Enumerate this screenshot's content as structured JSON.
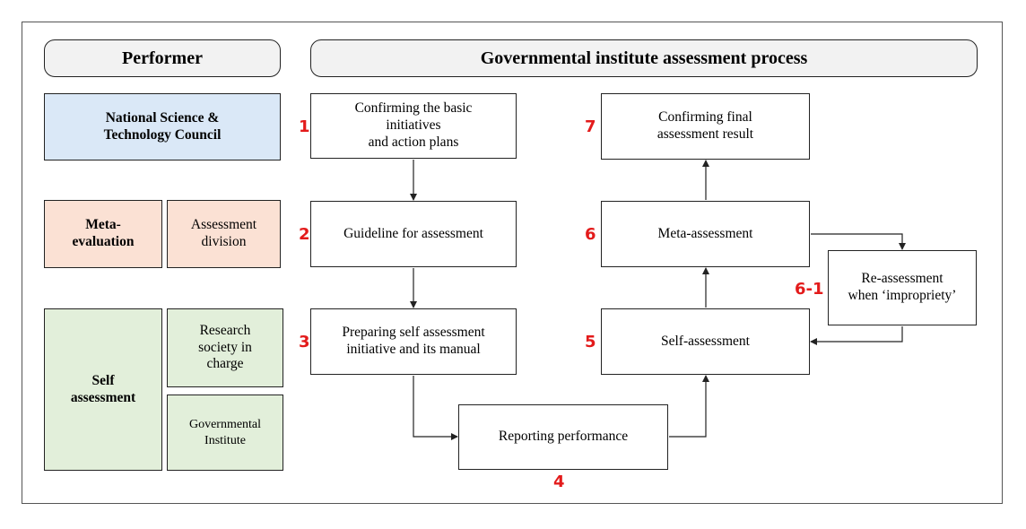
{
  "headers": {
    "performer": "Performer",
    "process": "Governmental institute assessment process"
  },
  "performers": {
    "nstc": "National Science &\nTechnology Council",
    "meta_evaluation": "Meta-\nevaluation",
    "assessment_division": "Assessment\ndivision",
    "self_assessment": "Self\nassessment",
    "research_society": "Research\nsociety in\ncharge",
    "governmental_institute": "Governmental\nInstitute"
  },
  "steps": {
    "s1": "Confirming the basic\ninitiatives\nand action plans",
    "s2": "Guideline for assessment",
    "s3": "Preparing self assessment\ninitiative and its manual",
    "s4": "Reporting performance",
    "s5": "Self-assessment",
    "s6": "Meta-assessment",
    "s6_1": "Re-assessment\nwhen ‘impropriety’",
    "s7": "Confirming final\nassessment result"
  },
  "step_numbers": {
    "n1": "1",
    "n2": "2",
    "n3": "3",
    "n4": "4",
    "n5": "5",
    "n6": "6",
    "n6_1": "6-1",
    "n7": "7"
  },
  "colors": {
    "nstc_fill": "#dae8f7",
    "meta_fill": "#fbe1d4",
    "self_fill": "#e2efda",
    "step_number": "#e31b1b"
  }
}
